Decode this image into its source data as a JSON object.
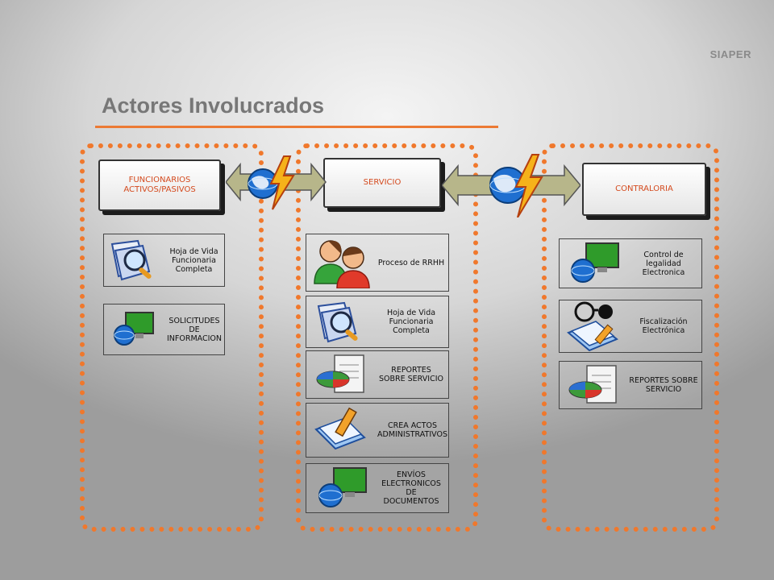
{
  "brand": "SIAPER",
  "title": "Actores Involucrados",
  "columns": {
    "funcionarios": {
      "header": "FUNCIONARIOS ACTIVOS/PASIVOS",
      "items": [
        {
          "label": "Hoja de Vida Funcionaria Completa",
          "icon": "magnifier-document-icon"
        },
        {
          "label": "SOLICITUDES DE INFORMACION",
          "icon": "globe-monitor-icon"
        }
      ]
    },
    "servicio": {
      "header": "SERVICIO",
      "items": [
        {
          "label": "Proceso de RRHH",
          "icon": "users-icon"
        },
        {
          "label": "Hoja de Vida Funcionaria Completa",
          "icon": "magnifier-document-icon"
        },
        {
          "label": "REPORTES SOBRE SERVICIO",
          "icon": "pie-chart-report-icon"
        },
        {
          "label": "CREA ACTOS ADMINISTRATIVOS",
          "icon": "pencil-document-icon"
        },
        {
          "label": "ENVÍOS ELECTRONICOS DE DOCUMENTOS",
          "icon": "globe-monitor-icon"
        }
      ]
    },
    "contraloria": {
      "header": "CONTRALORIA",
      "items": [
        {
          "label": "Control de legalidad Electronica",
          "icon": "globe-monitor-icon"
        },
        {
          "label": "Fiscalización Electrónica",
          "icon": "glasses-document-icon"
        },
        {
          "label": "REPORTES SOBRE SERVICIO",
          "icon": "pie-chart-report-icon"
        }
      ]
    }
  },
  "colors": {
    "accent": "#f0782c",
    "header_text": "#d44a1e",
    "arrow": "#b7b68a"
  }
}
